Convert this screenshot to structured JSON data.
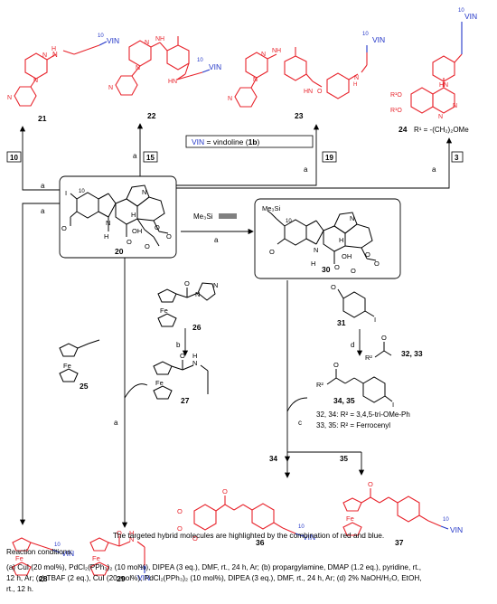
{
  "colors": {
    "red": "#e8242c",
    "blue": "#2437c8",
    "black": "#000000"
  },
  "vin_label": "VIN",
  "position_label": "10",
  "legend": {
    "vin": "VIN",
    "equals": " = vindoline (",
    "cmpd": "1b",
    "close": ")"
  },
  "compounds": {
    "c21": "21",
    "c22": "22",
    "c23": "23",
    "c24": "24",
    "c24_r": "R¹ = -(CH₂)₂OMe",
    "r1": "R¹O",
    "c20": "20",
    "c30": "30",
    "c31": "31",
    "c3233": "32, 33",
    "c3435": "34, 35",
    "c25": "25",
    "c26": "26",
    "c27": "27",
    "c28": "28",
    "c29": "29",
    "c36": "36",
    "c37": "37",
    "note_32_34": "32, 34: R² = 3,4,5-tri-OMe-Ph",
    "note_33_35": "33, 35: R² = Ferrocenyl"
  },
  "steps": {
    "s10": "10",
    "s15": "15",
    "s19": "19",
    "s3": "3",
    "a": "a",
    "b": "b",
    "c": "c",
    "d": "d",
    "p34": "34",
    "p35": "35"
  },
  "reagents": {
    "tms_alkyne": "Me₃Si"
  },
  "caption": "The targeted hybrid molecules are highlighted by the combination of red and blue.",
  "conditions_title": "Reaction conditions:",
  "conditions": [
    "(a) CuI (20 mol%), PdCl₂(PPh₃)₂ (10 mol%), DIPEA (3 eq.), DMF, rt., 24 h, Ar; (b) propargylamine, DMAP (1.2 eq.), pyridine, rt.,",
    "12 h, Ar; (c) TBAF (2 eq.), CuI (20 mol%), PdCl₂(PPh₃)₂ (10 mol%), DIPEA (3 eq.), DMF, rt., 24 h, Ar; (d) 2% NaOH/H₂O, EtOH,",
    "rt., 12 h."
  ]
}
